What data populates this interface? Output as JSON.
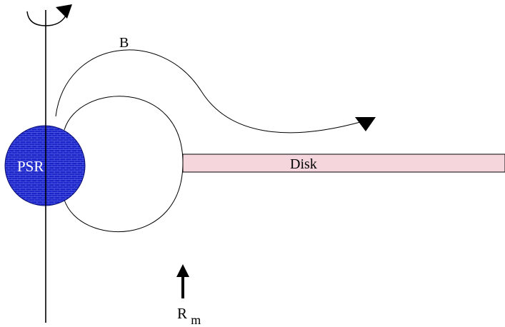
{
  "labels": {
    "star": "PSR",
    "field": "B",
    "disk": "Disk",
    "radius_main": "R",
    "radius_sub": "m"
  },
  "colors": {
    "star_fill": "#1a23c8",
    "star_grid": "#5a66e6",
    "disk_fill": "#f5d6dc",
    "line": "#000000"
  },
  "icons": {
    "rotation": "rotation-arrow-icon",
    "field_arrow": "arrowhead-icon",
    "radius_arrow": "up-arrow-icon"
  }
}
